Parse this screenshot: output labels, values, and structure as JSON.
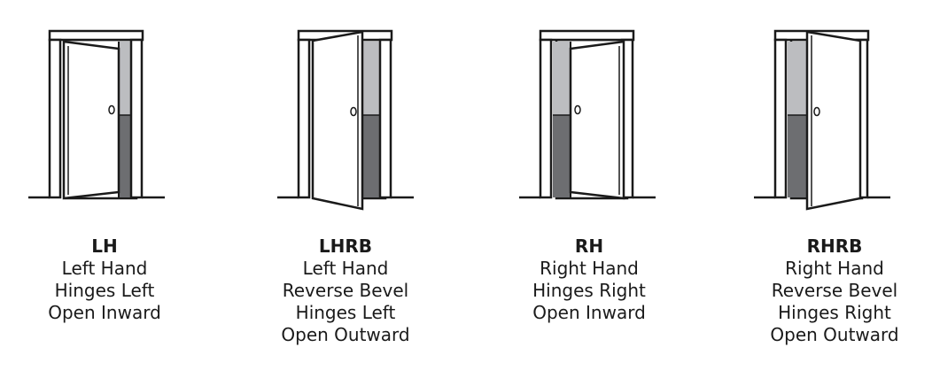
{
  "colors": {
    "line": "#1a1a1a",
    "shade_light": "#bcbdc0",
    "shade_dark": "#6d6e71",
    "background": "#ffffff"
  },
  "doors": [
    {
      "code": "LH",
      "lines": [
        "Left Hand",
        "Hinges Left",
        "Open Inward"
      ]
    },
    {
      "code": "LHRB",
      "lines": [
        "Left Hand",
        "Reverse Bevel",
        "Hinges Left",
        "Open Outward"
      ]
    },
    {
      "code": "RH",
      "lines": [
        "Right Hand",
        "Hinges Right",
        "Open Inward"
      ]
    },
    {
      "code": "RHRB",
      "lines": [
        "Right Hand",
        "Reverse Bevel",
        "Hinges Right",
        "Open Outward"
      ]
    }
  ]
}
